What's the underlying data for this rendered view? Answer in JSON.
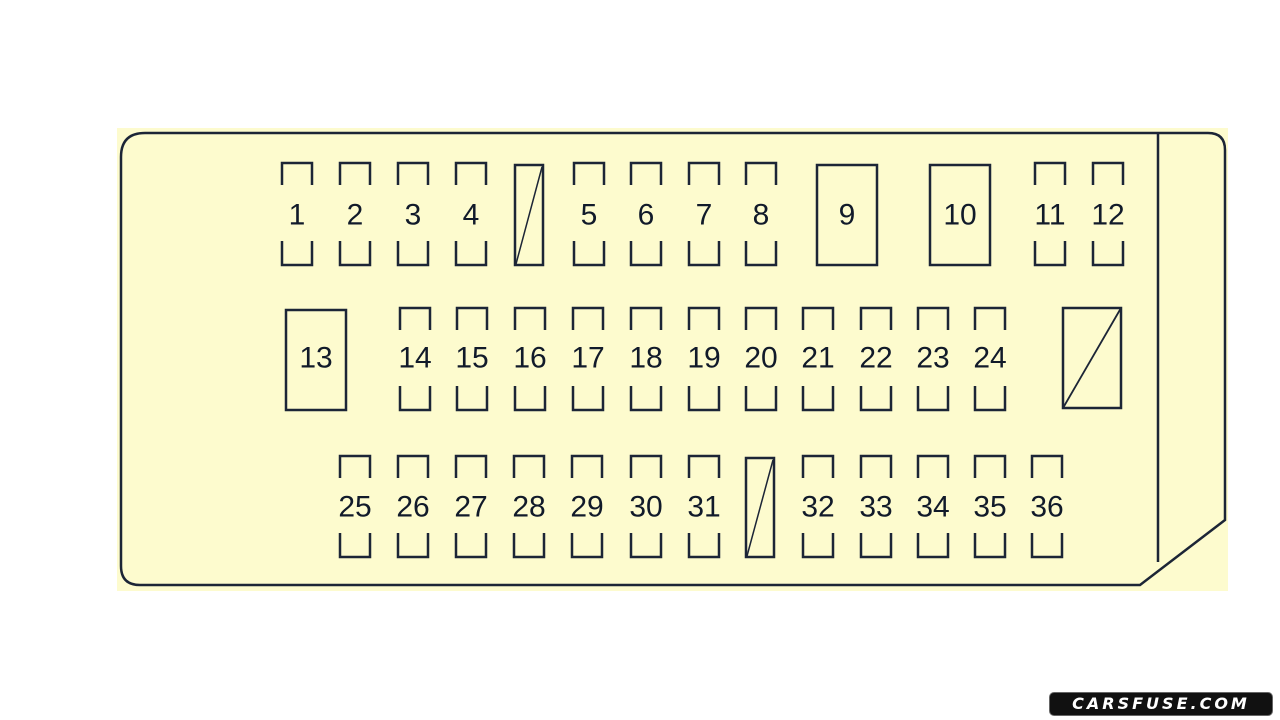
{
  "colors": {
    "panel": "#fdfbce",
    "line": "#1c2536",
    "label": "#111a2a"
  },
  "rows": [
    [
      {
        "type": "fuse",
        "label": "1"
      },
      {
        "type": "fuse",
        "label": "2"
      },
      {
        "type": "fuse",
        "label": "3"
      },
      {
        "type": "fuse",
        "label": "4"
      },
      {
        "type": "spare",
        "label": ""
      },
      {
        "type": "fuse",
        "label": "5"
      },
      {
        "type": "fuse",
        "label": "6"
      },
      {
        "type": "fuse",
        "label": "7"
      },
      {
        "type": "fuse",
        "label": "8"
      },
      {
        "type": "large",
        "label": "9"
      },
      {
        "type": "large",
        "label": "10"
      },
      {
        "type": "fuse",
        "label": "11"
      },
      {
        "type": "fuse",
        "label": "12"
      }
    ],
    [
      {
        "type": "large",
        "label": "13"
      },
      {
        "type": "fuse",
        "label": "14"
      },
      {
        "type": "fuse",
        "label": "15"
      },
      {
        "type": "fuse",
        "label": "16"
      },
      {
        "type": "fuse",
        "label": "17"
      },
      {
        "type": "fuse",
        "label": "18"
      },
      {
        "type": "fuse",
        "label": "19"
      },
      {
        "type": "fuse",
        "label": "20"
      },
      {
        "type": "fuse",
        "label": "21"
      },
      {
        "type": "fuse",
        "label": "22"
      },
      {
        "type": "fuse",
        "label": "23"
      },
      {
        "type": "fuse",
        "label": "24"
      },
      {
        "type": "relay",
        "label": ""
      }
    ],
    [
      {
        "type": "fuse",
        "label": "25"
      },
      {
        "type": "fuse",
        "label": "26"
      },
      {
        "type": "fuse",
        "label": "27"
      },
      {
        "type": "fuse",
        "label": "28"
      },
      {
        "type": "fuse",
        "label": "29"
      },
      {
        "type": "fuse",
        "label": "30"
      },
      {
        "type": "fuse",
        "label": "31"
      },
      {
        "type": "spare",
        "label": ""
      },
      {
        "type": "fuse",
        "label": "32"
      },
      {
        "type": "fuse",
        "label": "33"
      },
      {
        "type": "fuse",
        "label": "34"
      },
      {
        "type": "fuse",
        "label": "35"
      },
      {
        "type": "fuse",
        "label": "36"
      }
    ]
  ],
  "watermark": "CARSFUSE.COM"
}
